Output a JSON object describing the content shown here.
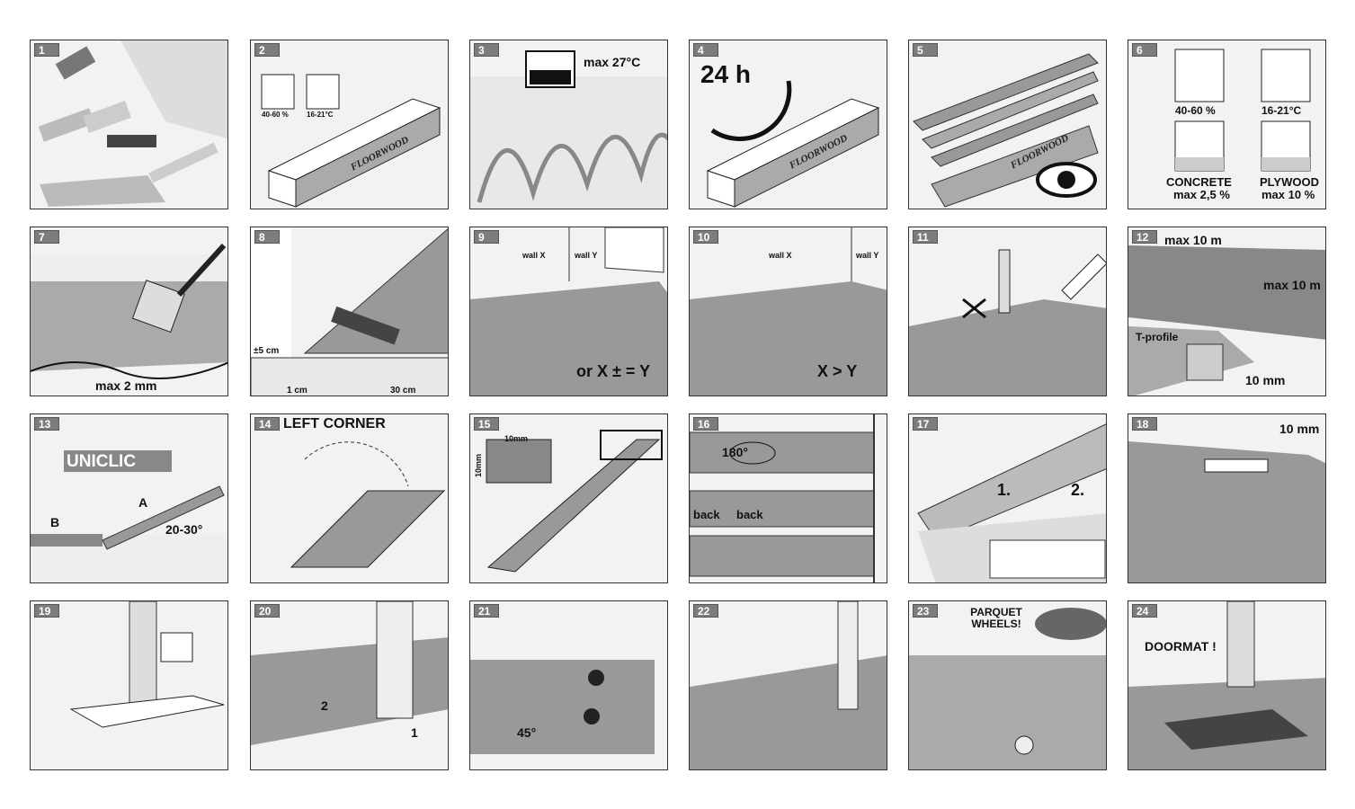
{
  "steps": [
    {
      "n": "1"
    },
    {
      "n": "2",
      "humidity": "40-60 %",
      "temp": "16-21°C",
      "brand": "FLOORWOOD"
    },
    {
      "n": "3",
      "temp": "max 27°C"
    },
    {
      "n": "4",
      "time": "24 h",
      "brand": "FLOORWOOD"
    },
    {
      "n": "5",
      "brand": "FLOORWOOD"
    },
    {
      "n": "6",
      "humidity": "40-60 %",
      "temp": "16-21°C",
      "concrete": "CONCRETE",
      "concrete_max": "max 2,5 %",
      "plywood": "PLYWOOD",
      "plywood_max": "max 10 %"
    },
    {
      "n": "7",
      "max": "max 2 mm"
    },
    {
      "n": "8",
      "gap": "±5 cm",
      "a": "1 cm",
      "b": "30 cm"
    },
    {
      "n": "9",
      "wx": "wall X",
      "wy": "wall Y",
      "rule": "or X ± = Y"
    },
    {
      "n": "10",
      "wx": "wall X",
      "wy": "wall Y",
      "rule": "X > Y"
    },
    {
      "n": "11"
    },
    {
      "n": "12",
      "len": "max 10 m",
      "wid": "max 10 m",
      "profile": "T-profile",
      "gap": "10 mm"
    },
    {
      "n": "13",
      "logo": "UNICLIC",
      "a": "A",
      "b": "B",
      "angle": "20-30°"
    },
    {
      "n": "14",
      "title": "LEFT CORNER"
    },
    {
      "n": "15",
      "h": "10mm",
      "v": "10mm"
    },
    {
      "n": "16",
      "rot": "180°",
      "back1": "back",
      "back2": "back"
    },
    {
      "n": "17",
      "one": "1.",
      "two": "2."
    },
    {
      "n": "18",
      "gap": "10 mm"
    },
    {
      "n": "19"
    },
    {
      "n": "20",
      "two": "2",
      "one": "1"
    },
    {
      "n": "21",
      "angle": "45°"
    },
    {
      "n": "22"
    },
    {
      "n": "23",
      "warn": "PARQUET WHEELS!"
    },
    {
      "n": "24",
      "warn": "DOORMAT !"
    }
  ]
}
